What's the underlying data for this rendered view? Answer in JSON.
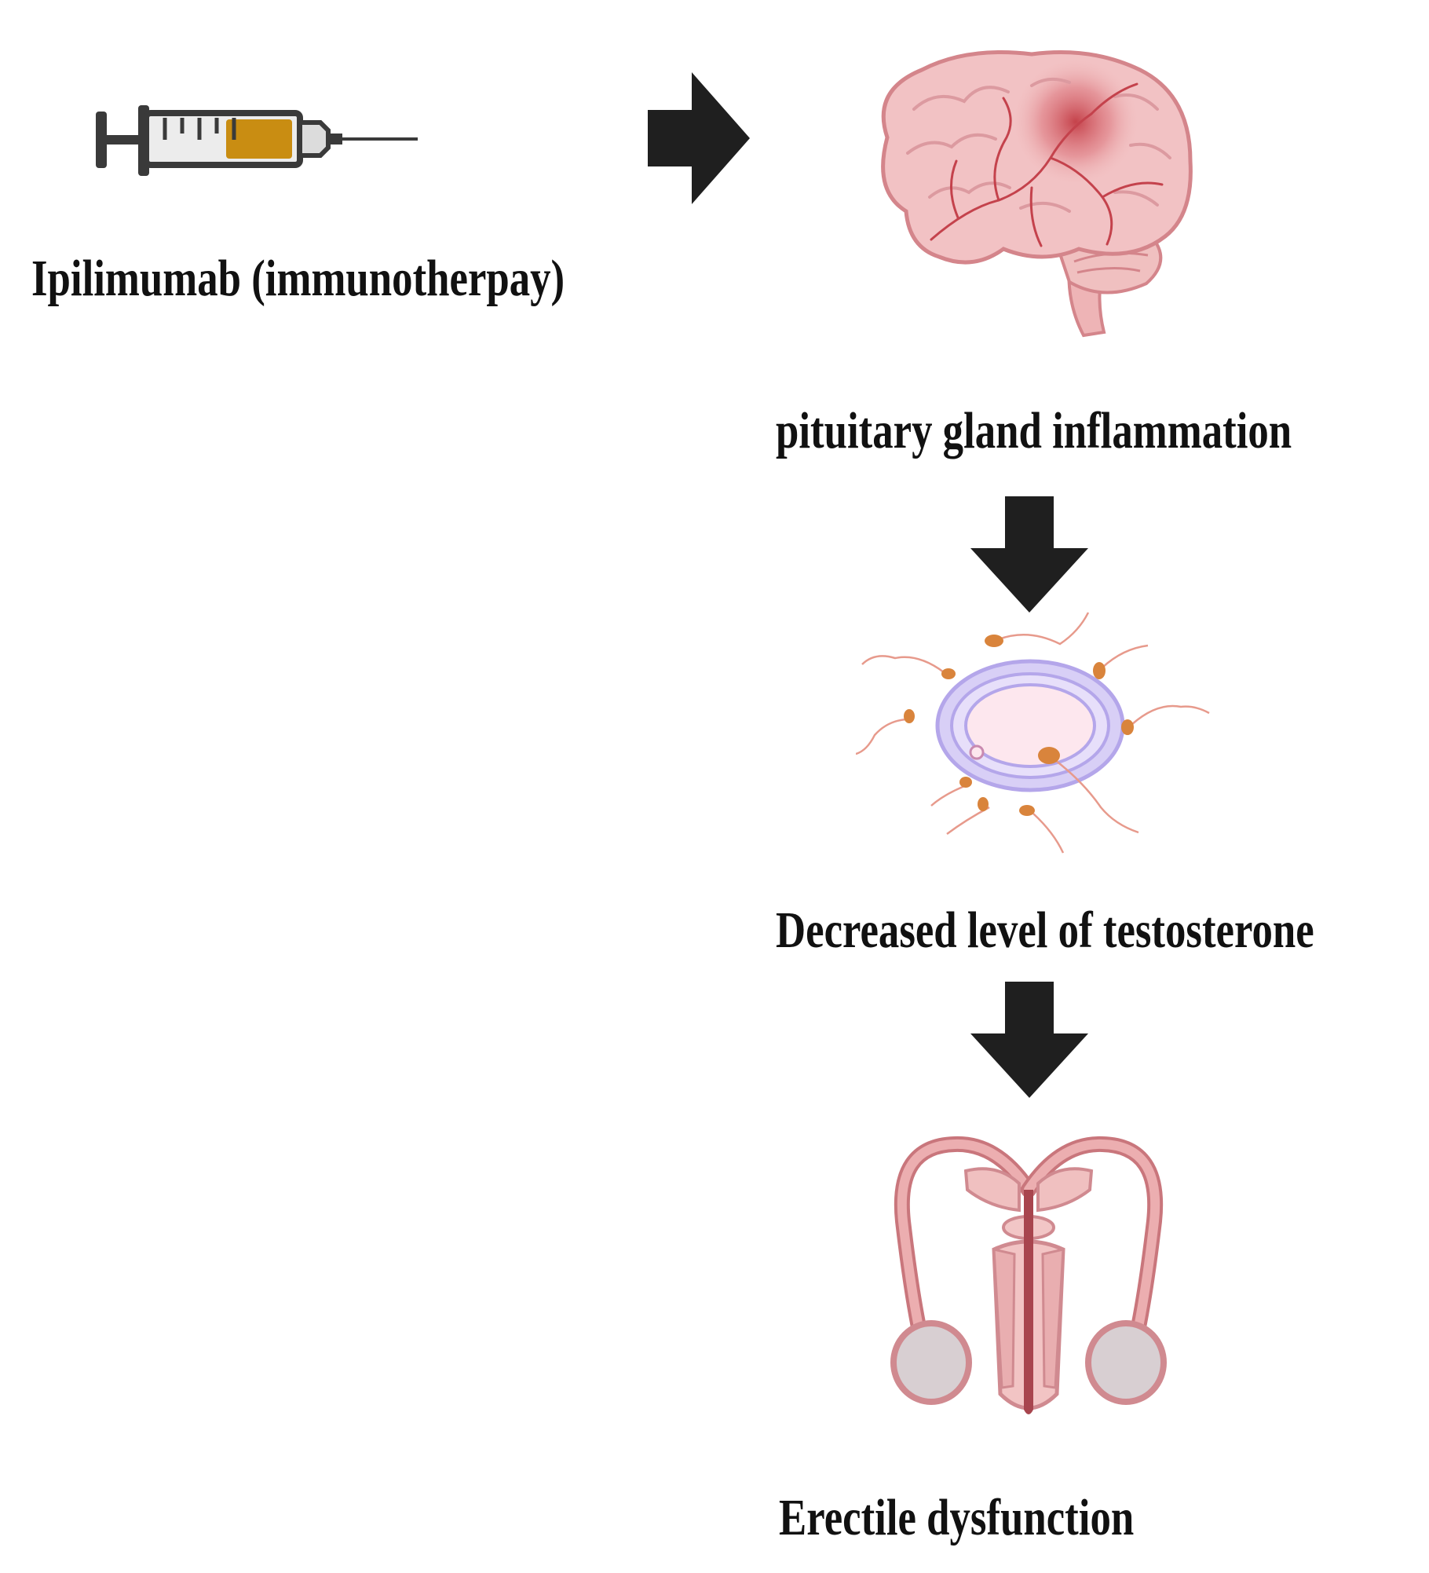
{
  "colors": {
    "arrow": "#1f1f1f",
    "text": "#111111",
    "tissue_pink": "#efb8b8",
    "tissue_dark": "#c9636a",
    "drug_amber": "#c98d12",
    "ring_lavender": "#c3b7ee"
  },
  "nodes": [
    {
      "id": "drug",
      "label": "Ipilimumab (immunotherpay)",
      "icon": "syringe-icon"
    },
    {
      "id": "brain",
      "label": "pituitary gland inflammation",
      "icon": "brain-icon"
    },
    {
      "id": "testosterone",
      "label": "Decreased level of testosterone",
      "icon": "testis-cell-icon"
    },
    {
      "id": "outcome",
      "label": "Erectile dysfunction",
      "icon": "reproductive-system-icon"
    }
  ],
  "edges": [
    {
      "from": "drug",
      "to": "brain"
    },
    {
      "from": "brain",
      "to": "testosterone"
    },
    {
      "from": "testosterone",
      "to": "outcome"
    }
  ]
}
